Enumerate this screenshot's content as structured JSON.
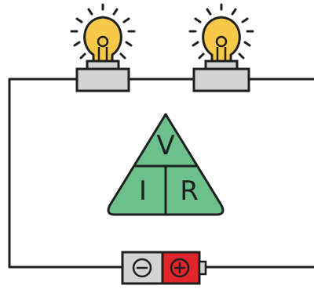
{
  "diagram": {
    "formula_triangle": {
      "top": "V",
      "bottom_left": "I",
      "bottom_right": "R",
      "fill_color": "#6cc08b"
    },
    "bulbs": [
      {
        "icon": "light-bulb-icon",
        "glass_color": "#f7c948",
        "base_color": "#d3d3d3"
      },
      {
        "icon": "light-bulb-icon",
        "glass_color": "#f7c948",
        "base_color": "#d3d3d3"
      }
    ],
    "battery": {
      "negative_icon": "minus-circle-icon",
      "positive_icon": "plus-circle-icon",
      "negative_color": "#d3d3d3",
      "positive_color": "#e0262a"
    },
    "wire_color": "#1f1f1f"
  }
}
